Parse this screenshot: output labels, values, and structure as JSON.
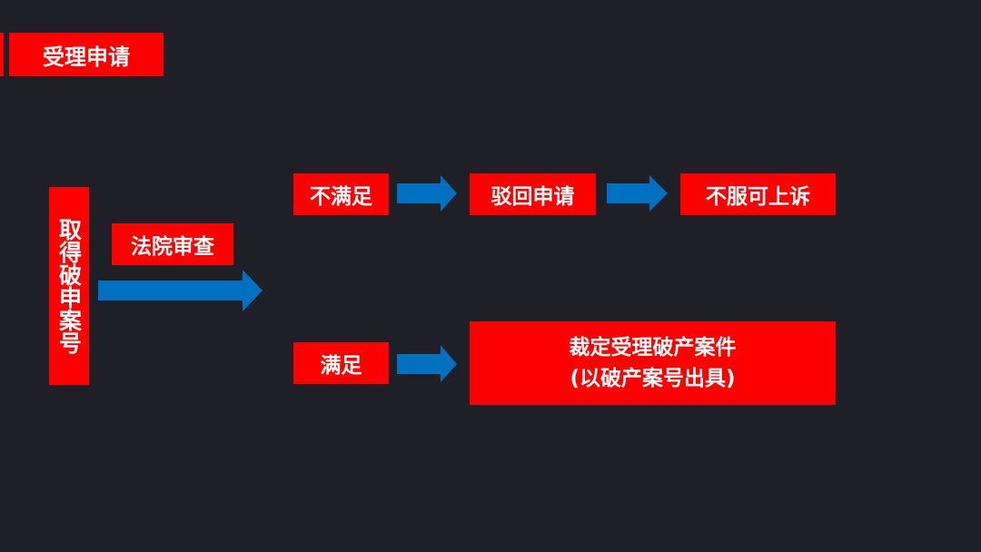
{
  "colors": {
    "background": "#1f1f28",
    "box_fill": "#fd0000",
    "box_text": "#ffffff",
    "arrow": "#0070c0"
  },
  "title": "受理申请",
  "nodes": {
    "obtain_case_number": "取得破申案号",
    "court_review": "法院审查",
    "not_satisfied": "不满足",
    "reject_application": "驳回申请",
    "appeal_if_dissatisfied": "不服可上诉",
    "satisfied": "满足",
    "accept_ruling_line1": "裁定受理破产案件",
    "accept_ruling_line2": "(以破产案号出具)"
  },
  "edges": [
    {
      "from": "court_review",
      "to": "branch"
    },
    {
      "from": "not_satisfied",
      "to": "reject_application"
    },
    {
      "from": "reject_application",
      "to": "appeal_if_dissatisfied"
    },
    {
      "from": "satisfied",
      "to": "accept_ruling"
    }
  ]
}
